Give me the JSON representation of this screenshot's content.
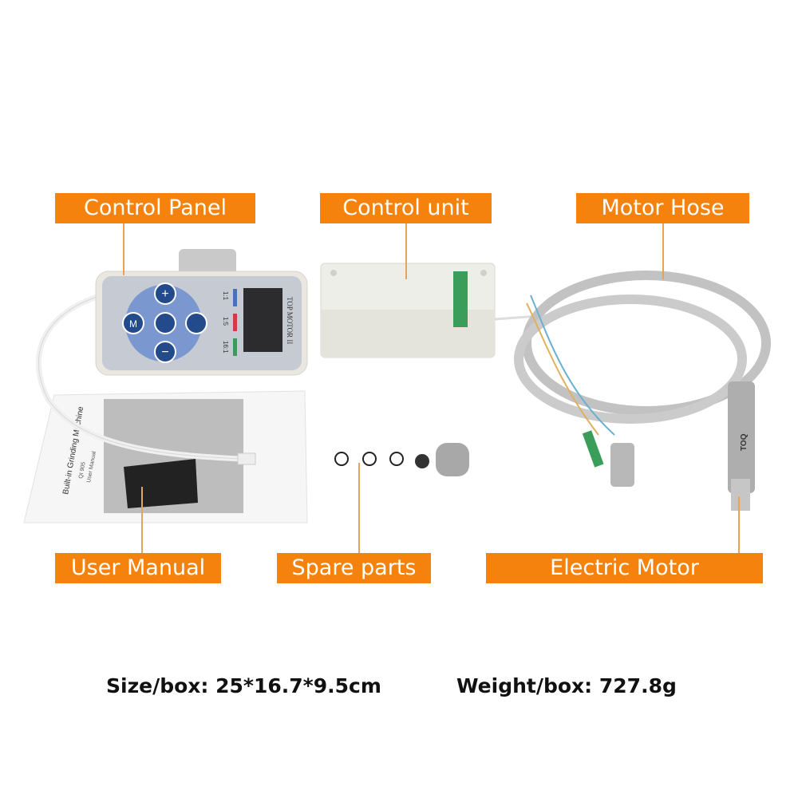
{
  "labels": {
    "control_panel": "Control Panel",
    "control_unit": "Control unit",
    "motor_hose": "Motor Hose",
    "user_manual": "User Manual",
    "spare_parts": "Spare parts",
    "electric_motor": "Electric Motor"
  },
  "device": {
    "brand_text": "TOP MOTOR II",
    "ratio_1": "1:1",
    "ratio_2": "1:5",
    "ratio_3": "16:1",
    "motor_text": "TOQ"
  },
  "manual": {
    "title": "Built-in Grinding Machine",
    "model": "QI 905",
    "subtitle": "User Manual"
  },
  "specs": {
    "size": "Size/box: 25*16.7*9.5cm",
    "weight": "Weight/box: 727.8g"
  },
  "colors": {
    "label_bg": "#f5820d",
    "label_text": "#ffffff",
    "ratio_1": "#4a72b8",
    "ratio_2": "#d33a44",
    "ratio_3": "#3f9a5a"
  }
}
